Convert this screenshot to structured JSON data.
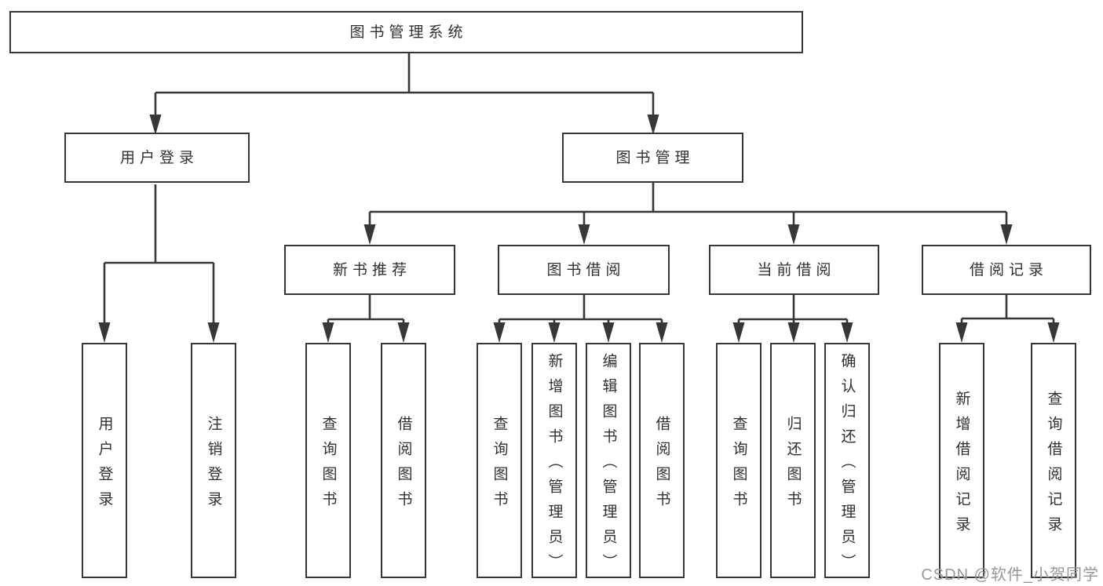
{
  "app": {
    "watermark": "CSDN @软件_小贺同学"
  },
  "colors": {
    "line": "#373737",
    "text": "#303030",
    "watermark": "#979797",
    "background": "#ffffff"
  },
  "tree": {
    "root": {
      "label": "图书管理系统"
    },
    "user_login": {
      "label": "用户登录",
      "children": [
        {
          "label": "用户登录"
        },
        {
          "label": "注销登录"
        }
      ]
    },
    "book_management": {
      "label": "图书管理",
      "children": [
        {
          "label": "新书推荐",
          "children": [
            {
              "label": "查询图书"
            },
            {
              "label": "借阅图书"
            }
          ]
        },
        {
          "label": "图书借阅",
          "children": [
            {
              "label": "查询图书"
            },
            {
              "label": "新增图书（管理员）"
            },
            {
              "label": "编辑图书（管理员）"
            },
            {
              "label": "借阅图书"
            }
          ]
        },
        {
          "label": "当前借阅",
          "children": [
            {
              "label": "查询图书"
            },
            {
              "label": "归还图书"
            },
            {
              "label": "确认归还（管理员）"
            }
          ]
        },
        {
          "label": "借阅记录",
          "children": [
            {
              "label": "新增借阅记录"
            },
            {
              "label": "查询借阅记录"
            }
          ]
        }
      ]
    }
  }
}
